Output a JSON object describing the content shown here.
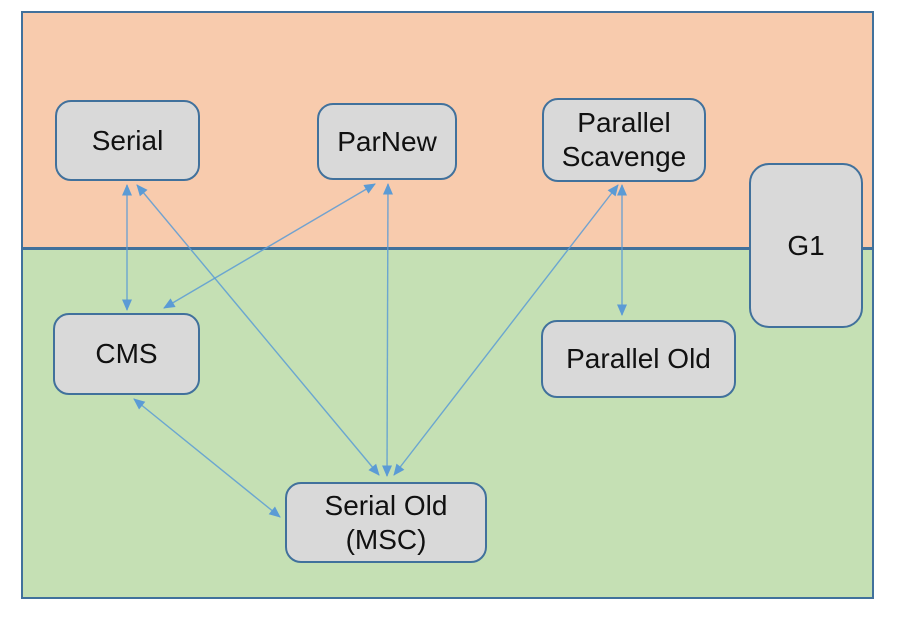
{
  "diagram": {
    "description": "JVM garbage collector combinations diagram",
    "regions": {
      "young": {
        "id": "young-generation-band",
        "color": "#F8CBAD"
      },
      "old": {
        "id": "old-generation-band",
        "color": "#C5E0B4"
      }
    },
    "nodes": [
      {
        "id": "serial",
        "label": "Serial"
      },
      {
        "id": "parnew",
        "label": "ParNew"
      },
      {
        "id": "parallel-scavenge",
        "label": "Parallel Scavenge"
      },
      {
        "id": "g1",
        "label": "G1"
      },
      {
        "id": "cms",
        "label": "CMS"
      },
      {
        "id": "parallel-old",
        "label": "Parallel Old"
      },
      {
        "id": "serial-old",
        "label": "Serial Old (MSC)"
      }
    ],
    "edges": [
      {
        "from": "serial",
        "to": "cms",
        "bidirectional": true
      },
      {
        "from": "serial",
        "to": "serial-old",
        "bidirectional": true
      },
      {
        "from": "parnew",
        "to": "cms",
        "bidirectional": true
      },
      {
        "from": "parnew",
        "to": "serial-old",
        "bidirectional": true
      },
      {
        "from": "parallel-scavenge",
        "to": "serial-old",
        "bidirectional": true
      },
      {
        "from": "parallel-scavenge",
        "to": "parallel-old",
        "bidirectional": true
      },
      {
        "from": "cms",
        "to": "serial-old",
        "bidirectional": true
      }
    ],
    "colors": {
      "region_young": "#F8CBAD",
      "region_old": "#C5E0B4",
      "node_fill": "#D9D9D9",
      "node_border": "#41719C",
      "outer_border": "#41719C",
      "arrow": "#5B9BD5",
      "text": "#111111"
    }
  }
}
